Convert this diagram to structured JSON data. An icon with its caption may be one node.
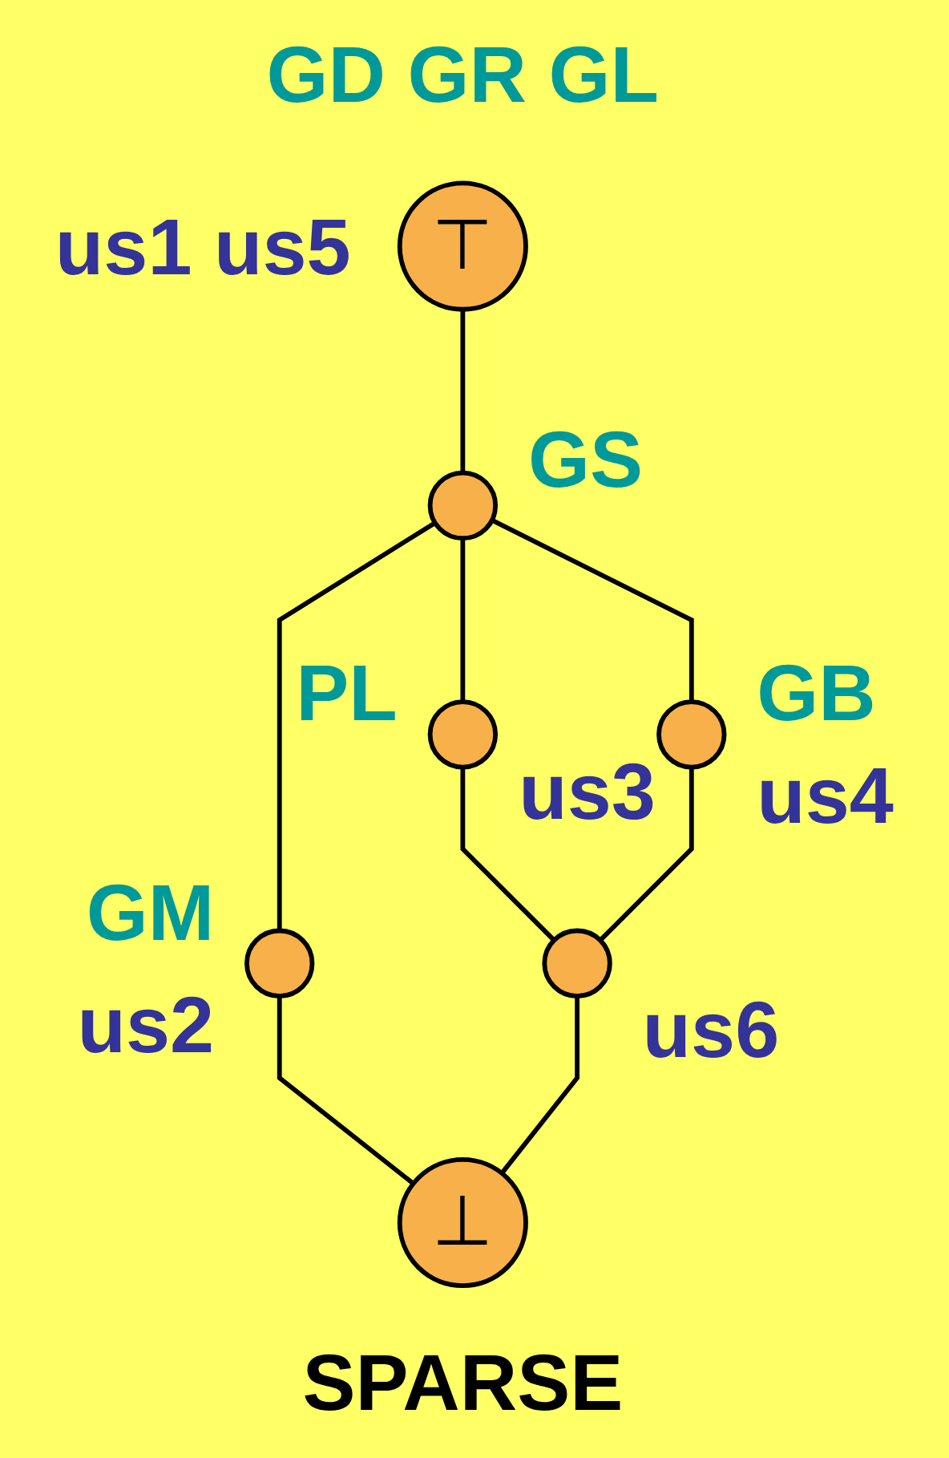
{
  "diagram": {
    "nodes": [
      {
        "text": [
          "⊤"
        ],
        "beside": [
          "GD GR GL",
          "us1 us5"
        ]
      },
      {
        "text": [],
        "shape": "circle",
        "beside": [
          "GS"
        ]
      },
      {
        "text": [],
        "shape": "circle",
        "beside": [
          "PL",
          "us3"
        ]
      },
      {
        "text": [],
        "shape": "circle",
        "beside": [
          "GB",
          "us4"
        ]
      },
      {
        "text": [],
        "shape": "circle",
        "beside": [
          "GM",
          "us2"
        ]
      },
      {
        "text": [],
        "shape": "circle",
        "beside": [
          "us6"
        ]
      },
      {
        "text": [
          "⊥"
        ],
        "beside": [
          "SPARSE"
        ]
      }
    ],
    "edges": [
      {
        "from": 0,
        "to": 1,
        "arrow": "none"
      },
      {
        "from": 1,
        "to": 4,
        "arrow": "none"
      },
      {
        "from": 1,
        "to": 2,
        "arrow": "none"
      },
      {
        "from": 1,
        "to": 3,
        "arrow": "none"
      },
      {
        "from": 2,
        "to": 5,
        "arrow": "none"
      },
      {
        "from": 3,
        "to": 5,
        "arrow": "none"
      },
      {
        "from": 4,
        "to": 6,
        "arrow": "none"
      },
      {
        "from": 5,
        "to": 6,
        "arrow": "none"
      }
    ]
  }
}
